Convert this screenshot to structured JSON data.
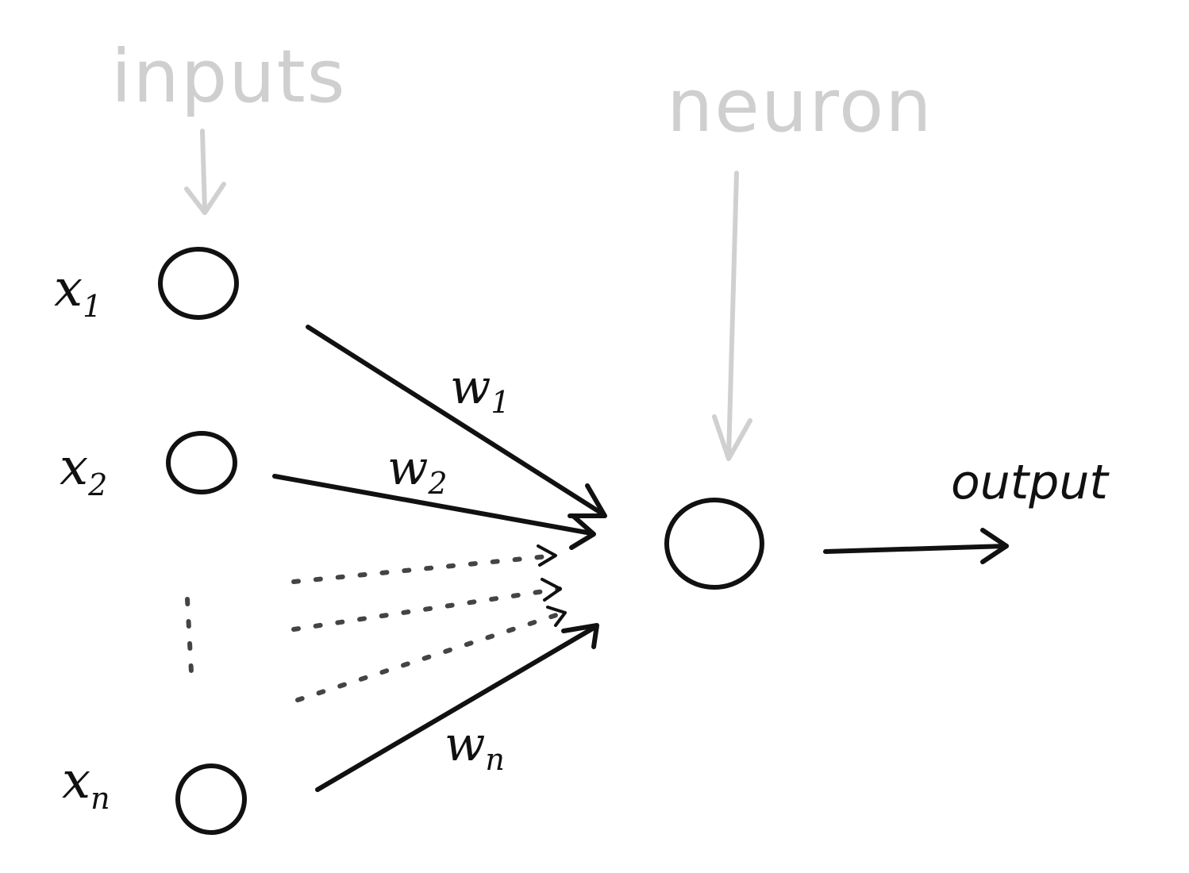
{
  "annotations": {
    "inputs": "inputs",
    "neuron": "neuron",
    "output": "output"
  },
  "inputs": [
    {
      "base": "x",
      "sub": "1"
    },
    {
      "base": "x",
      "sub": "2"
    },
    {
      "base": "x",
      "sub": "n"
    }
  ],
  "weights": [
    {
      "base": "w",
      "sub": "1"
    },
    {
      "base": "w",
      "sub": "2"
    },
    {
      "base": "w",
      "sub": "n"
    }
  ],
  "colors": {
    "ink": "#111111",
    "annotation": "#cfcfcf",
    "background": "#ffffff"
  }
}
